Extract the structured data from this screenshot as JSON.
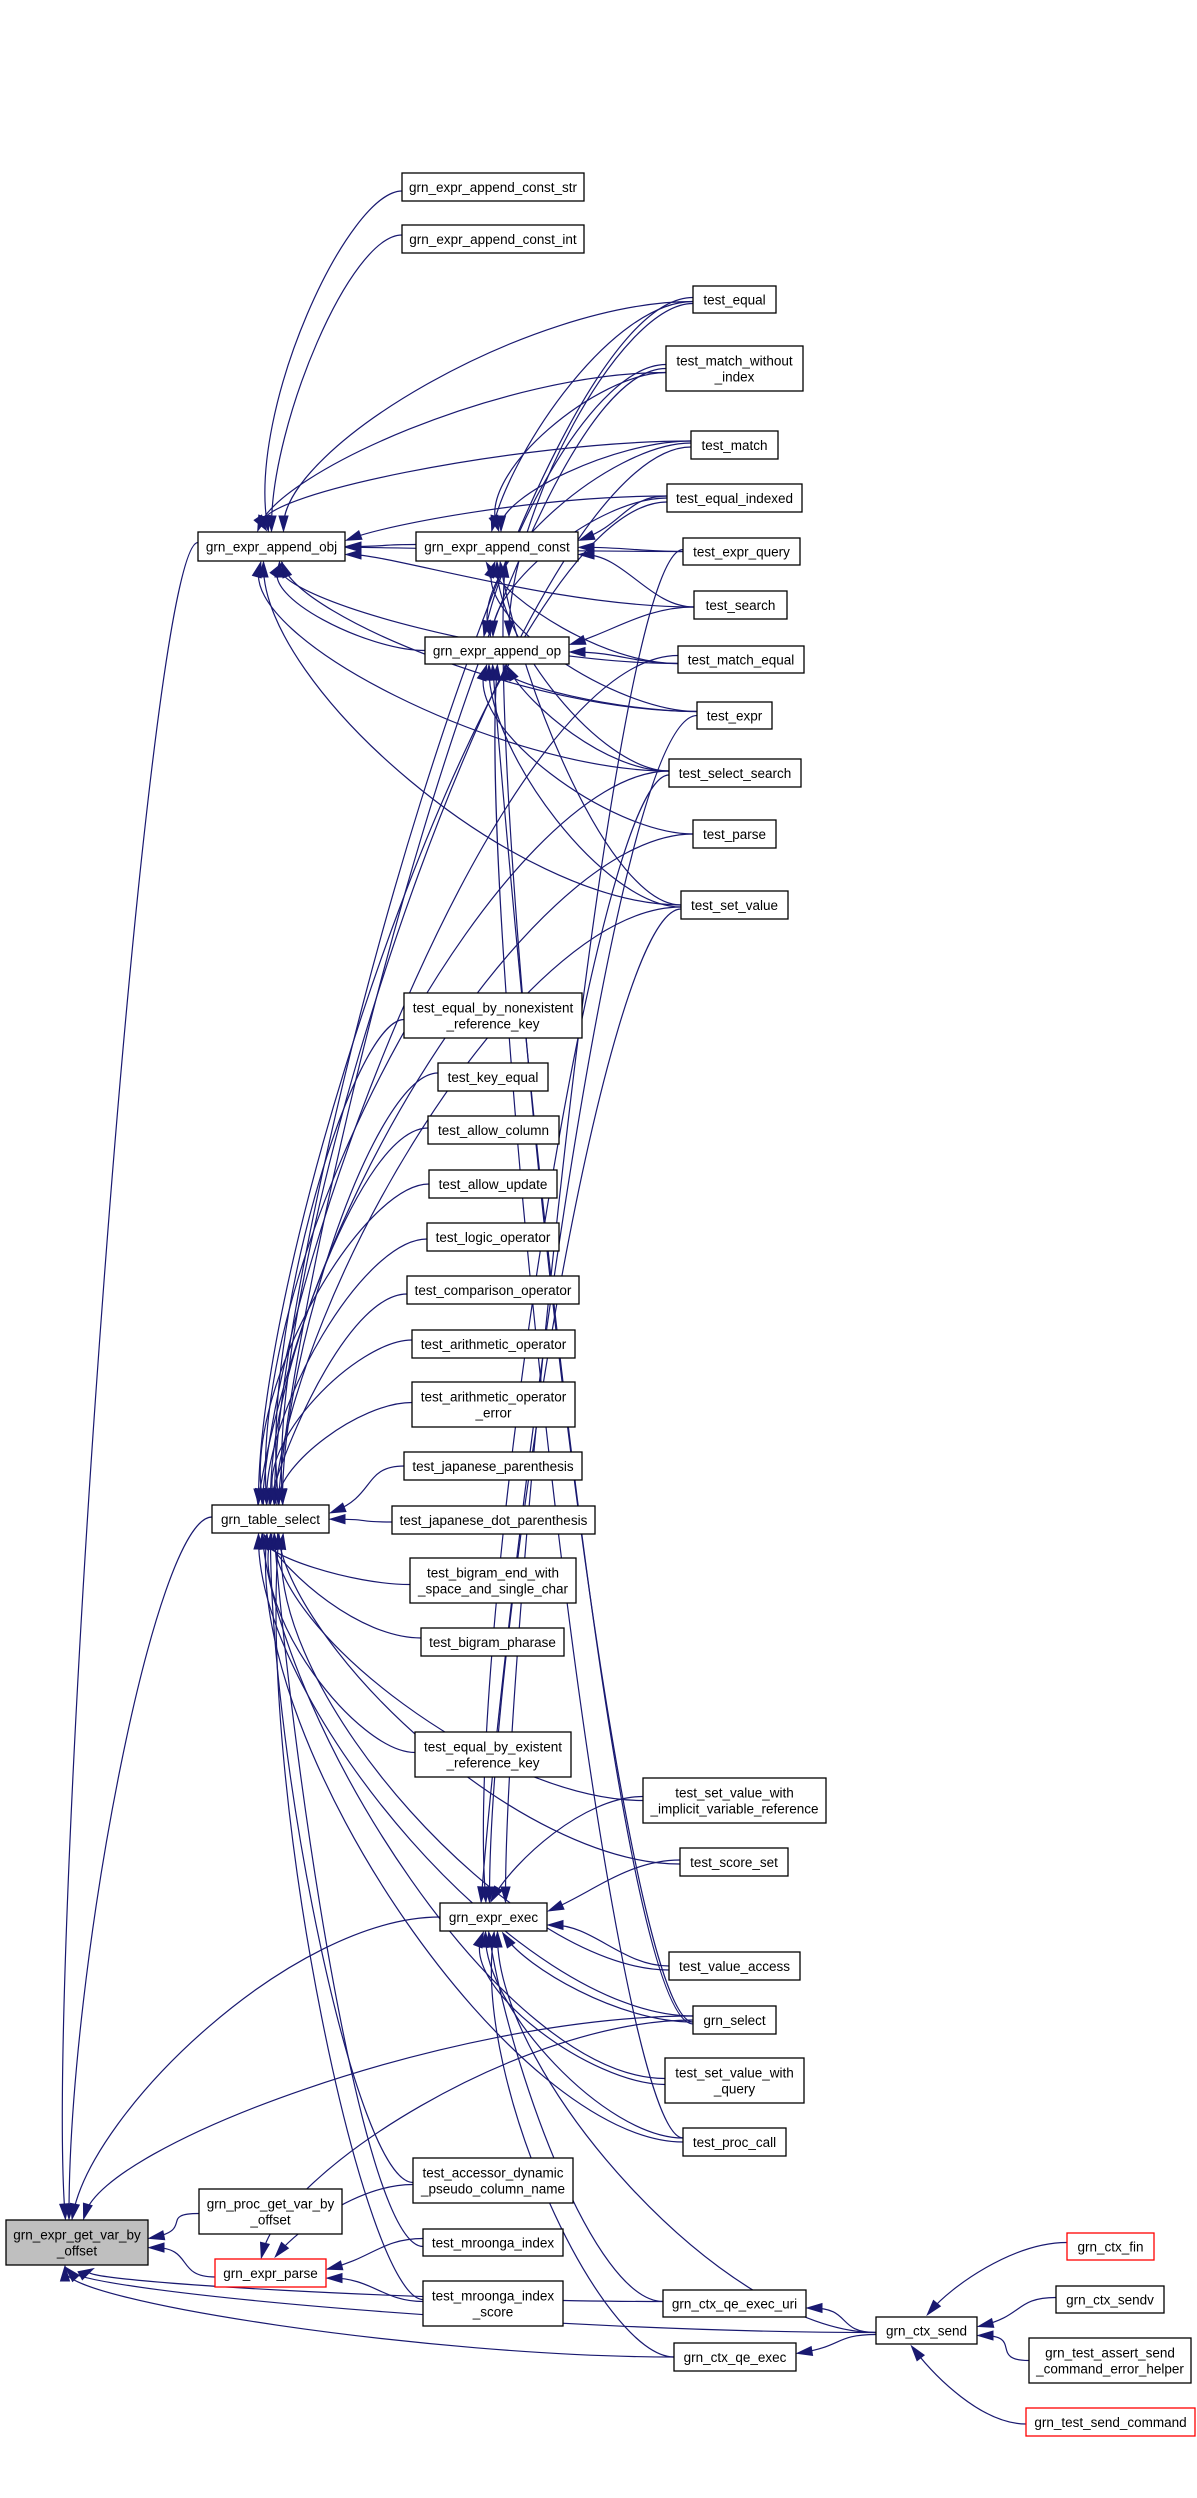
{
  "title": "Caller graph of grn_expr_get_var_by_offset",
  "colors": {
    "edge": "#191970",
    "root_fill": "#bfbfbf",
    "truncated_border": "#ff0000",
    "node_border": "#000000"
  },
  "nodes": [
    {
      "id": "get_var",
      "lines": [
        "grn_expr_get_var_by",
        "_offset"
      ],
      "kind": "root"
    },
    {
      "id": "append_obj",
      "lines": [
        "grn_expr_append_obj"
      ],
      "kind": "normal"
    },
    {
      "id": "table_select",
      "lines": [
        "grn_table_select"
      ],
      "kind": "normal"
    },
    {
      "id": "proc_get_var",
      "lines": [
        "grn_proc_get_var_by",
        "_offset"
      ],
      "kind": "normal"
    },
    {
      "id": "expr_parse",
      "lines": [
        "grn_expr_parse"
      ],
      "kind": "truncated"
    },
    {
      "id": "const_str",
      "lines": [
        "grn_expr_append_const_str"
      ],
      "kind": "normal"
    },
    {
      "id": "const_int",
      "lines": [
        "grn_expr_append_const_int"
      ],
      "kind": "normal"
    },
    {
      "id": "append_const",
      "lines": [
        "grn_expr_append_const"
      ],
      "kind": "normal"
    },
    {
      "id": "append_op",
      "lines": [
        "grn_expr_append_op"
      ],
      "kind": "normal"
    },
    {
      "id": "test_equal",
      "lines": [
        "test_equal"
      ],
      "kind": "normal"
    },
    {
      "id": "test_match_without_index",
      "lines": [
        "test_match_without",
        "_index"
      ],
      "kind": "normal"
    },
    {
      "id": "test_match",
      "lines": [
        "test_match"
      ],
      "kind": "normal"
    },
    {
      "id": "test_equal_indexed",
      "lines": [
        "test_equal_indexed"
      ],
      "kind": "normal"
    },
    {
      "id": "test_expr_query",
      "lines": [
        "test_expr_query"
      ],
      "kind": "normal"
    },
    {
      "id": "test_search",
      "lines": [
        "test_search"
      ],
      "kind": "normal"
    },
    {
      "id": "test_match_equal",
      "lines": [
        "test_match_equal"
      ],
      "kind": "normal"
    },
    {
      "id": "test_expr",
      "lines": [
        "test_expr"
      ],
      "kind": "normal"
    },
    {
      "id": "test_select_search",
      "lines": [
        "test_select_search"
      ],
      "kind": "normal"
    },
    {
      "id": "test_parse",
      "lines": [
        "test_parse"
      ],
      "kind": "normal"
    },
    {
      "id": "test_set_value",
      "lines": [
        "test_set_value"
      ],
      "kind": "normal"
    },
    {
      "id": "test_equal_by_nonexistent",
      "lines": [
        "test_equal_by_nonexistent",
        "_reference_key"
      ],
      "kind": "normal"
    },
    {
      "id": "test_key_equal",
      "lines": [
        "test_key_equal"
      ],
      "kind": "normal"
    },
    {
      "id": "test_allow_column",
      "lines": [
        "test_allow_column"
      ],
      "kind": "normal"
    },
    {
      "id": "test_allow_update",
      "lines": [
        "test_allow_update"
      ],
      "kind": "normal"
    },
    {
      "id": "test_logic_operator",
      "lines": [
        "test_logic_operator"
      ],
      "kind": "normal"
    },
    {
      "id": "test_comparison_operator",
      "lines": [
        "test_comparison_operator"
      ],
      "kind": "normal"
    },
    {
      "id": "test_arithmetic_operator",
      "lines": [
        "test_arithmetic_operator"
      ],
      "kind": "normal"
    },
    {
      "id": "test_arithmetic_operator_error",
      "lines": [
        "test_arithmetic_operator",
        "_error"
      ],
      "kind": "normal"
    },
    {
      "id": "test_japanese_parenthesis",
      "lines": [
        "test_japanese_parenthesis"
      ],
      "kind": "normal"
    },
    {
      "id": "test_japanese_dot_parenthesis",
      "lines": [
        "test_japanese_dot_parenthesis"
      ],
      "kind": "normal"
    },
    {
      "id": "test_bigram_end_with",
      "lines": [
        "test_bigram_end_with",
        "_space_and_single_char"
      ],
      "kind": "normal"
    },
    {
      "id": "test_bigram_pharase",
      "lines": [
        "test_bigram_pharase"
      ],
      "kind": "normal"
    },
    {
      "id": "test_equal_by_existent",
      "lines": [
        "test_equal_by_existent",
        "_reference_key"
      ],
      "kind": "normal"
    },
    {
      "id": "test_set_value_implicit",
      "lines": [
        "test_set_value_with",
        "_implicit_variable_reference"
      ],
      "kind": "normal"
    },
    {
      "id": "test_score_set",
      "lines": [
        "test_score_set"
      ],
      "kind": "normal"
    },
    {
      "id": "expr_exec",
      "lines": [
        "grn_expr_exec"
      ],
      "kind": "normal"
    },
    {
      "id": "test_value_access",
      "lines": [
        "test_value_access"
      ],
      "kind": "normal"
    },
    {
      "id": "grn_select",
      "lines": [
        "grn_select"
      ],
      "kind": "normal"
    },
    {
      "id": "test_set_value_with_query",
      "lines": [
        "test_set_value_with",
        "_query"
      ],
      "kind": "normal"
    },
    {
      "id": "test_proc_call",
      "lines": [
        "test_proc_call"
      ],
      "kind": "normal"
    },
    {
      "id": "test_accessor_dynamic",
      "lines": [
        "test_accessor_dynamic",
        "_pseudo_column_name"
      ],
      "kind": "normal"
    },
    {
      "id": "test_mroonga_index",
      "lines": [
        "test_mroonga_index"
      ],
      "kind": "normal"
    },
    {
      "id": "test_mroonga_index_score",
      "lines": [
        "test_mroonga_index",
        "_score"
      ],
      "kind": "normal"
    },
    {
      "id": "ctx_qe_exec_uri",
      "lines": [
        "grn_ctx_qe_exec_uri"
      ],
      "kind": "normal"
    },
    {
      "id": "ctx_qe_exec",
      "lines": [
        "grn_ctx_qe_exec"
      ],
      "kind": "normal"
    },
    {
      "id": "ctx_send",
      "lines": [
        "grn_ctx_send"
      ],
      "kind": "normal"
    },
    {
      "id": "ctx_fin",
      "lines": [
        "grn_ctx_fin"
      ],
      "kind": "truncated"
    },
    {
      "id": "ctx_sendv",
      "lines": [
        "grn_ctx_sendv"
      ],
      "kind": "normal"
    },
    {
      "id": "test_assert_send",
      "lines": [
        "grn_test_assert_send",
        "_command_error_helper"
      ],
      "kind": "normal"
    },
    {
      "id": "test_send_command",
      "lines": [
        "grn_test_send_command"
      ],
      "kind": "truncated"
    }
  ],
  "edges": [
    {
      "caller": "append_obj",
      "callee": "get_var"
    },
    {
      "caller": "table_select",
      "callee": "get_var"
    },
    {
      "caller": "expr_exec",
      "callee": "get_var"
    },
    {
      "caller": "proc_get_var",
      "callee": "get_var"
    },
    {
      "caller": "expr_parse",
      "callee": "get_var"
    },
    {
      "caller": "grn_select",
      "callee": "get_var"
    },
    {
      "caller": "ctx_qe_exec_uri",
      "callee": "get_var"
    },
    {
      "caller": "ctx_qe_exec",
      "callee": "get_var"
    },
    {
      "caller": "ctx_send",
      "callee": "get_var"
    },
    {
      "caller": "const_str",
      "callee": "append_obj"
    },
    {
      "caller": "const_int",
      "callee": "append_obj"
    },
    {
      "caller": "append_const",
      "callee": "append_obj"
    },
    {
      "caller": "append_op",
      "callee": "append_obj"
    },
    {
      "caller": "test_equal",
      "callee": "append_obj"
    },
    {
      "caller": "test_match_without_index",
      "callee": "append_obj"
    },
    {
      "caller": "test_match",
      "callee": "append_obj"
    },
    {
      "caller": "test_equal_indexed",
      "callee": "append_obj"
    },
    {
      "caller": "test_expr_query",
      "callee": "append_obj"
    },
    {
      "caller": "test_search",
      "callee": "append_obj"
    },
    {
      "caller": "test_match_equal",
      "callee": "append_obj"
    },
    {
      "caller": "test_expr",
      "callee": "append_obj"
    },
    {
      "caller": "test_select_search",
      "callee": "append_obj"
    },
    {
      "caller": "test_set_value",
      "callee": "append_obj"
    },
    {
      "caller": "test_equal",
      "callee": "append_const"
    },
    {
      "caller": "test_match_without_index",
      "callee": "append_const"
    },
    {
      "caller": "test_match",
      "callee": "append_const"
    },
    {
      "caller": "test_equal_indexed",
      "callee": "append_const"
    },
    {
      "caller": "test_expr_query",
      "callee": "append_const"
    },
    {
      "caller": "test_search",
      "callee": "append_const"
    },
    {
      "caller": "test_match_equal",
      "callee": "append_const"
    },
    {
      "caller": "test_expr",
      "callee": "append_const"
    },
    {
      "caller": "test_select_search",
      "callee": "append_const"
    },
    {
      "caller": "test_set_value",
      "callee": "append_const"
    },
    {
      "caller": "grn_select",
      "callee": "append_const"
    },
    {
      "caller": "test_equal",
      "callee": "append_op"
    },
    {
      "caller": "test_match_without_index",
      "callee": "append_op"
    },
    {
      "caller": "test_match",
      "callee": "append_op"
    },
    {
      "caller": "test_equal_indexed",
      "callee": "append_op"
    },
    {
      "caller": "test_search",
      "callee": "append_op"
    },
    {
      "caller": "test_match_equal",
      "callee": "append_op"
    },
    {
      "caller": "test_expr",
      "callee": "append_op"
    },
    {
      "caller": "test_select_search",
      "callee": "append_op"
    },
    {
      "caller": "test_parse",
      "callee": "append_op"
    },
    {
      "caller": "test_set_value",
      "callee": "append_op"
    },
    {
      "caller": "grn_select",
      "callee": "append_op"
    },
    {
      "caller": "test_proc_call",
      "callee": "append_op"
    },
    {
      "caller": "test_equal",
      "callee": "table_select"
    },
    {
      "caller": "test_match_without_index",
      "callee": "table_select"
    },
    {
      "caller": "test_match",
      "callee": "table_select"
    },
    {
      "caller": "test_equal_indexed",
      "callee": "table_select"
    },
    {
      "caller": "test_match_equal",
      "callee": "table_select"
    },
    {
      "caller": "test_select_search",
      "callee": "table_select"
    },
    {
      "caller": "test_parse",
      "callee": "table_select"
    },
    {
      "caller": "test_set_value",
      "callee": "table_select"
    },
    {
      "caller": "test_equal_by_nonexistent",
      "callee": "table_select"
    },
    {
      "caller": "test_key_equal",
      "callee": "table_select"
    },
    {
      "caller": "test_allow_column",
      "callee": "table_select"
    },
    {
      "caller": "test_allow_update",
      "callee": "table_select"
    },
    {
      "caller": "test_logic_operator",
      "callee": "table_select"
    },
    {
      "caller": "test_comparison_operator",
      "callee": "table_select"
    },
    {
      "caller": "test_arithmetic_operator",
      "callee": "table_select"
    },
    {
      "caller": "test_arithmetic_operator_error",
      "callee": "table_select"
    },
    {
      "caller": "test_japanese_parenthesis",
      "callee": "table_select"
    },
    {
      "caller": "test_japanese_dot_parenthesis",
      "callee": "table_select"
    },
    {
      "caller": "test_bigram_end_with",
      "callee": "table_select"
    },
    {
      "caller": "test_bigram_pharase",
      "callee": "table_select"
    },
    {
      "caller": "test_equal_by_existent",
      "callee": "table_select"
    },
    {
      "caller": "test_set_value_implicit",
      "callee": "table_select"
    },
    {
      "caller": "test_score_set",
      "callee": "table_select"
    },
    {
      "caller": "test_value_access",
      "callee": "table_select"
    },
    {
      "caller": "grn_select",
      "callee": "table_select"
    },
    {
      "caller": "test_set_value_with_query",
      "callee": "table_select"
    },
    {
      "caller": "test_proc_call",
      "callee": "table_select"
    },
    {
      "caller": "test_accessor_dynamic",
      "callee": "table_select"
    },
    {
      "caller": "test_mroonga_index",
      "callee": "table_select"
    },
    {
      "caller": "test_mroonga_index_score",
      "callee": "table_select"
    },
    {
      "caller": "test_expr_query",
      "callee": "expr_exec"
    },
    {
      "caller": "test_expr",
      "callee": "expr_exec"
    },
    {
      "caller": "test_select_search",
      "callee": "expr_exec"
    },
    {
      "caller": "test_set_value",
      "callee": "expr_exec"
    },
    {
      "caller": "test_set_value_implicit",
      "callee": "expr_exec"
    },
    {
      "caller": "test_score_set",
      "callee": "expr_exec"
    },
    {
      "caller": "test_value_access",
      "callee": "expr_exec"
    },
    {
      "caller": "grn_select",
      "callee": "expr_exec"
    },
    {
      "caller": "test_set_value_with_query",
      "callee": "expr_exec"
    },
    {
      "caller": "test_proc_call",
      "callee": "expr_exec"
    },
    {
      "caller": "ctx_qe_exec_uri",
      "callee": "expr_exec"
    },
    {
      "caller": "ctx_qe_exec",
      "callee": "expr_exec"
    },
    {
      "caller": "ctx_send",
      "callee": "expr_exec"
    },
    {
      "caller": "test_accessor_dynamic",
      "callee": "expr_parse"
    },
    {
      "caller": "test_mroonga_index",
      "callee": "expr_parse"
    },
    {
      "caller": "test_mroonga_index_score",
      "callee": "expr_parse"
    },
    {
      "caller": "grn_select",
      "callee": "expr_parse"
    },
    {
      "caller": "ctx_send",
      "callee": "ctx_qe_exec_uri"
    },
    {
      "caller": "ctx_send",
      "callee": "ctx_qe_exec"
    },
    {
      "caller": "ctx_fin",
      "callee": "ctx_send"
    },
    {
      "caller": "ctx_sendv",
      "callee": "ctx_send"
    },
    {
      "caller": "test_assert_send",
      "callee": "ctx_send"
    },
    {
      "caller": "test_send_command",
      "callee": "ctx_send"
    }
  ]
}
